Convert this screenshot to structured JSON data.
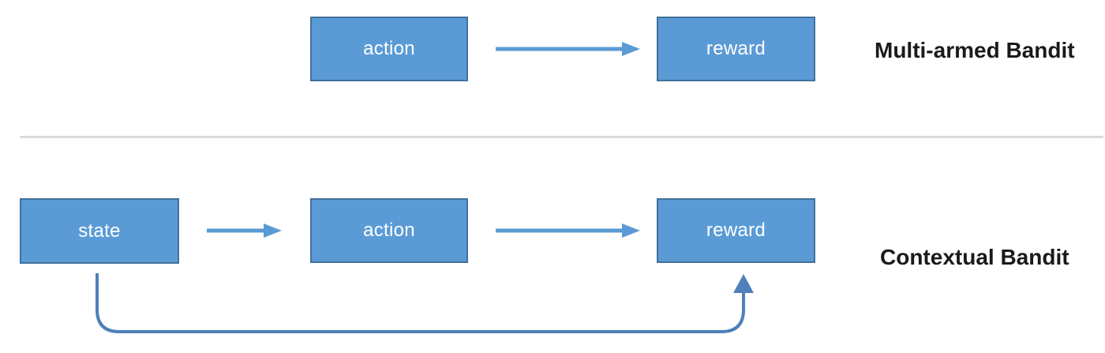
{
  "diagram": {
    "colors": {
      "node_fill": "#5b9bd5",
      "node_border": "#41719c",
      "node_text": "#ffffff",
      "arrow": "#5b9bd5",
      "connector": "#4e80b9",
      "divider": "#dbdbdb",
      "label_text": "#1a1a1a"
    },
    "top_row": {
      "label": "Multi-armed Bandit",
      "node_action": "action",
      "node_reward": "reward"
    },
    "bottom_row": {
      "label": "Contextual Bandit",
      "node_state": "state",
      "node_action": "action",
      "node_reward": "reward"
    }
  }
}
